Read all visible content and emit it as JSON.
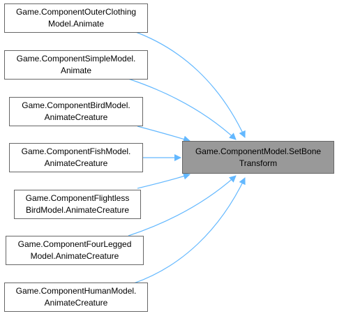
{
  "colors": {
    "edge": "#63b8ff",
    "node_border": "#666666",
    "target_fill": "#999999",
    "node_fill": "#ffffff"
  },
  "target": {
    "line1": "Game.ComponentModel.SetBone",
    "line2": "Transform"
  },
  "callers": [
    {
      "line1": "Game.ComponentOuterClothing",
      "line2": "Model.Animate"
    },
    {
      "line1": "Game.ComponentSimpleModel.",
      "line2": "Animate"
    },
    {
      "line1": "Game.ComponentBirdModel.",
      "line2": "AnimateCreature"
    },
    {
      "line1": "Game.ComponentFishModel.",
      "line2": "AnimateCreature"
    },
    {
      "line1": "Game.ComponentFlightless",
      "line2": "BirdModel.AnimateCreature"
    },
    {
      "line1": "Game.ComponentFourLegged",
      "line2": "Model.AnimateCreature"
    },
    {
      "line1": "Game.ComponentHumanModel.",
      "line2": "AnimateCreature"
    }
  ]
}
